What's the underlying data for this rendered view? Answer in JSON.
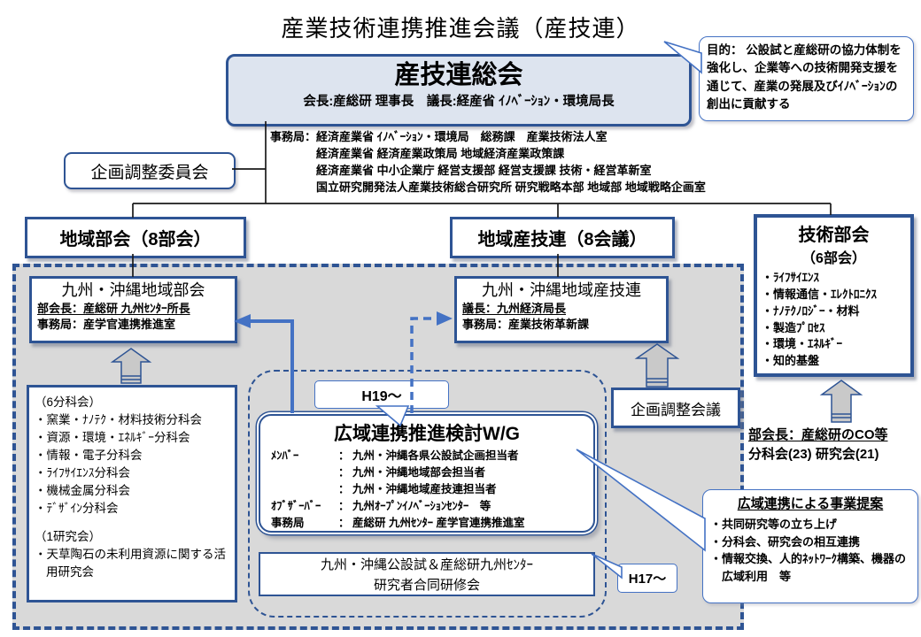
{
  "colors": {
    "navy_border": "#2e5494",
    "accent_blue": "#4472c4",
    "gray_region_bg": "#d9d9d9",
    "soukai_fill": "#dde4ef",
    "connector_black": "#1a1a1a",
    "block_arrow_gray": "#c9c9c9"
  },
  "title": "産業技術連携推進会議（産技連）",
  "purpose": "目的： 公設試と産総研の協力体制を強化し、企業等への技術開発支援を通じて、産業の発展及びｲﾉﾍﾞｰｼｮﾝの創出に貢献する",
  "soukai": {
    "title": "産技連総会",
    "subtitle": "会長:産総研 理事長　議長:経産省 ｲﾉﾍﾞｰｼｮﾝ・環境局長"
  },
  "secretariat": {
    "label": "事務局：",
    "lines": [
      "経済産業省 ｲﾉﾍﾞｰｼｮﾝ・環境局　総務課　産業技術法人室",
      "経済産業省 経済産業政策局 地域経済産業政策課",
      "経済産業省 中小企業庁 経営支援部 経営支援課 技術・経営革新室",
      "国立研究開発法人産業技術総合研究所 研究戦略本部 地域部 地域戦略企画室"
    ]
  },
  "planning_committee": "企画調整委員会",
  "regional_bukai": "地域部会（8部会）",
  "regional_sangiren": "地域産技連（8会議）",
  "tech_bukai": {
    "title": "技術部会",
    "subtitle": "（6部会）",
    "items": [
      "・ﾗｲﾌｻｲｴﾝｽ",
      "・情報通信・ｴﾚｸﾄﾛﾆｸｽ",
      "・ﾅﾉﾃｸﾉﾛｼﾞｰ・材料",
      "・製造ﾌﾟﾛｾｽ",
      "・環境・ｴﾈﾙｷﾞｰ",
      "・知的基盤"
    ],
    "chair": "部会長：産総研のCO等",
    "counts": "分科会(23) 研究会(21)"
  },
  "kyushu_bukai": {
    "title": "九州・沖縄地域部会",
    "chair": "部会長：産総研 九州ｾﾝﾀｰ所長",
    "secretariat": "事務局：産学官連携推進室"
  },
  "kyushu_sangiren": {
    "title": "九州・沖縄地域産技連",
    "chair": "議長：九州経済局長",
    "secretariat": "事務局：産業技術革新課"
  },
  "planning_meeting": "企画調整会議",
  "subcommittees": {
    "group1_title": "（6分科会）",
    "group1_items": [
      "・窯業・ﾅﾉﾃｸ・材料技術分科会",
      "・資源・環境・ｴﾈﾙｷﾞｰ分科会",
      "・情報・電子分科会",
      "・ﾗｲﾌｻｲｴﾝｽ分科会",
      "・機械金属分科会",
      "・ﾃﾞｻﾞｲﾝ分科会"
    ],
    "group2_title": "（1研究会）",
    "group2_items": [
      "・天草陶石の未利用資源に関する活用研究会"
    ]
  },
  "wg": {
    "title": "広域連携推進検討W/G",
    "rows": [
      {
        "label": "ﾒﾝﾊﾞｰ",
        "sep": "：",
        "value": "九州・沖縄各県公設試企画担当者"
      },
      {
        "label": "",
        "sep": "：",
        "value": "九州・沖縄地域部会担当者"
      },
      {
        "label": "",
        "sep": "：",
        "value": "九州・沖縄地域産技連担当者"
      },
      {
        "label": "ｵﾌﾞｻﾞｰﾊﾞｰ",
        "sep": "：",
        "value": "九州ｵｰﾌﾟﾝｲﾉﾍﾞｰｼｮﾝｾﾝﾀｰ　等"
      },
      {
        "label": "事務局",
        "sep": "：",
        "value": "産総研 九州ｾﾝﾀｰ 産学官連携推進室"
      }
    ]
  },
  "training": {
    "line1": "九州・沖縄公設試＆産総研九州ｾﾝﾀｰ",
    "line2": "研究者合同研修会"
  },
  "h19_label": "H19～",
  "h17_label": "H17～",
  "proposal": {
    "title": "広域連携による事業提案",
    "items": [
      "・共同研究等の立ち上げ",
      "・分科会、研究会の相互連携",
      "・情報交換、人的ﾈｯﾄﾜｰｸ構築、機器の広域利用　等"
    ]
  }
}
